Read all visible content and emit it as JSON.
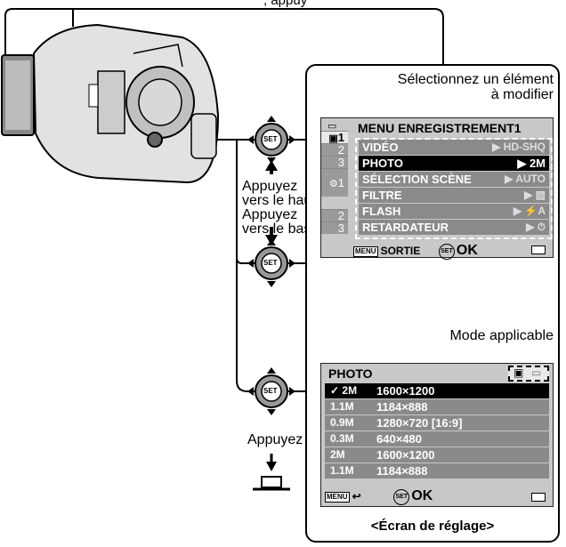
{
  "top_caption": ", appuy",
  "callouts": {
    "select_element": [
      "Sélectionnez un élément",
      "à modifier"
    ],
    "press_up": [
      "Appuyez",
      "vers le haut"
    ],
    "press_down": [
      "Appuyez",
      "vers le bas"
    ],
    "press": "Appuyez",
    "applicable_mode": "Mode applicable"
  },
  "set_button_label": "SET",
  "menu_screen": {
    "title": "MENU ENREGISTREMENT1",
    "side_tabs": [
      "1",
      "2",
      "3",
      "1",
      "2",
      "3"
    ],
    "items": [
      {
        "label": "VIDÉO",
        "value": "▶ HD-SHQ"
      },
      {
        "label": "PHOTO",
        "value": "▶ 2M",
        "selected": true
      },
      {
        "label": "SÉLECTION SCÈNE",
        "value": "▶ AUTO"
      },
      {
        "label": "FILTRE",
        "value": "▶ ▧"
      },
      {
        "label": "FLASH",
        "value": "▶ ⚡A"
      },
      {
        "label": "RETARDATEUR",
        "value": "▶ ⏱"
      }
    ],
    "footer_menu": "MENU",
    "footer_exit": "SORTIE",
    "footer_set": "SET",
    "footer_ok": "OK"
  },
  "photo_screen": {
    "title": "PHOTO",
    "items": [
      {
        "icon": "✓ 2M",
        "label": "1600×1200",
        "selected": true
      },
      {
        "icon": "1.1M",
        "label": "1184×888"
      },
      {
        "icon": "0.9M",
        "label": "1280×720 [16:9]"
      },
      {
        "icon": "0.3M",
        "label": "640×480"
      },
      {
        "icon": "2M",
        "label": "1600×1200"
      },
      {
        "icon": "1.1M",
        "label": "1184×888"
      }
    ],
    "footer_menu": "MENU",
    "footer_back": "↩",
    "footer_set": "SET",
    "footer_ok": "OK"
  },
  "screen_caption": "<Écran de réglage>"
}
